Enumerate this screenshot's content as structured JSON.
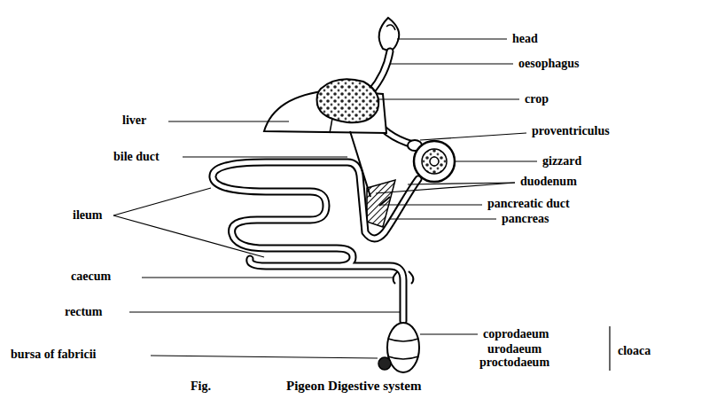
{
  "diagram": {
    "caption": "Pigeon Digestive system",
    "labels": [
      "head",
      "oesophagus",
      "crop",
      "liver",
      "proventriculus",
      "bile duct",
      "gizzard",
      "duodenum",
      "ileum",
      "pancreatic duct",
      "pancreas",
      "caecum",
      "rectum",
      "coprodaeum",
      "bursa of fabricii",
      "urodaeum",
      "proctodaeum",
      "cloaca",
      "Fig."
    ]
  }
}
